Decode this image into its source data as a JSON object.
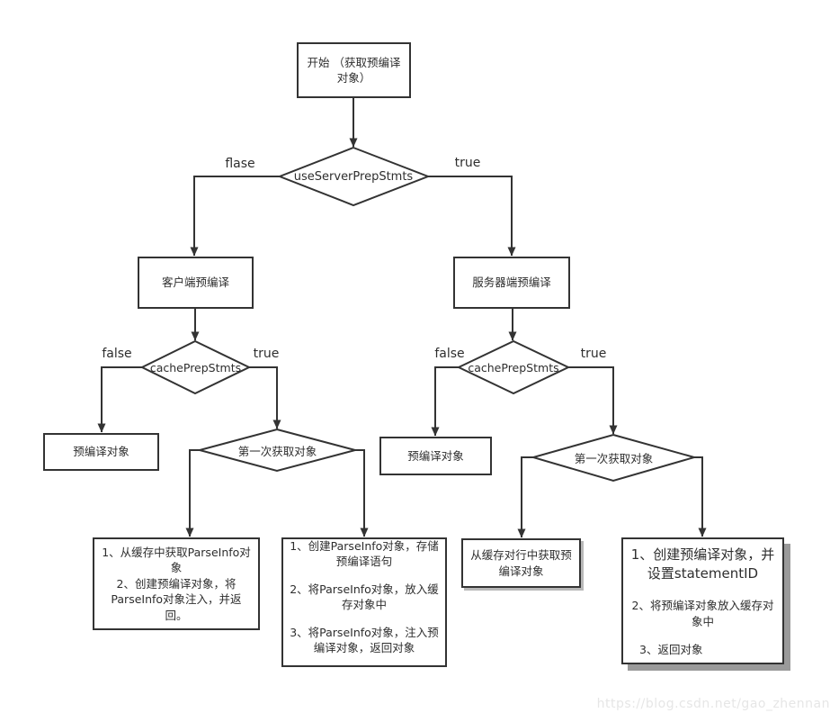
{
  "diagram": {
    "type": "flowchart",
    "colors": {
      "stroke": "#333333",
      "text": "#2e2e2e",
      "shadow_light": "#b8b8b8",
      "shadow_strong": "#9a9a9a",
      "watermark": "#e6e6e6",
      "background": "#ffffff"
    },
    "nodes": {
      "start": {
        "shape": "rect",
        "label": "开始 （获取预编译对象）"
      },
      "use_server_prep_stmts": {
        "shape": "diamond",
        "label": "useServerPrepStmts"
      },
      "client_precompile": {
        "shape": "rect",
        "label": "客户端预编译"
      },
      "server_precompile": {
        "shape": "rect",
        "label": "服务器端预编译"
      },
      "cache_prep_stmts_left": {
        "shape": "diamond",
        "label": "cachePrepStmts"
      },
      "cache_prep_stmts_right": {
        "shape": "diamond",
        "label": "cachePrepStmts"
      },
      "precompiled_object_left": {
        "shape": "rect",
        "label": "预编译对象"
      },
      "precompiled_object_right": {
        "shape": "rect",
        "label": "预编译对象"
      },
      "first_fetch_left": {
        "shape": "diamond",
        "label": "第一次获取对象"
      },
      "first_fetch_right": {
        "shape": "diamond",
        "label": "第一次获取对象"
      },
      "from_cache_parseinfo": {
        "shape": "rect",
        "items": [
          "1、从缓存中获取ParseInfo对象",
          "2、创建预编译对象，将ParseInfo对象注入，并返回。"
        ]
      },
      "create_parseinfo": {
        "shape": "rect",
        "items": [
          "1、创建ParseInfo对象，存储预编译语句",
          "2、将ParseInfo对象，放入缓存对象中",
          "3、将ParseInfo对象，注入预编译对象，返回对象"
        ]
      },
      "from_cache_precompiled": {
        "shape": "rect",
        "label": "从缓存对行中获取预编译对象"
      },
      "create_precompiled": {
        "shape": "rect",
        "items": [
          "1、创建预编译对象，并设置statementID",
          "2、将预编译对象放入缓存对象中",
          "3、返回对象"
        ]
      }
    },
    "edge_labels": {
      "use_server_false": "flase",
      "use_server_true": "true",
      "cache_left_false": "false",
      "cache_left_true": "true",
      "cache_right_false": "false",
      "cache_right_true": "true"
    },
    "watermark": "https://blog.csdn.net/gao_zhennan"
  }
}
